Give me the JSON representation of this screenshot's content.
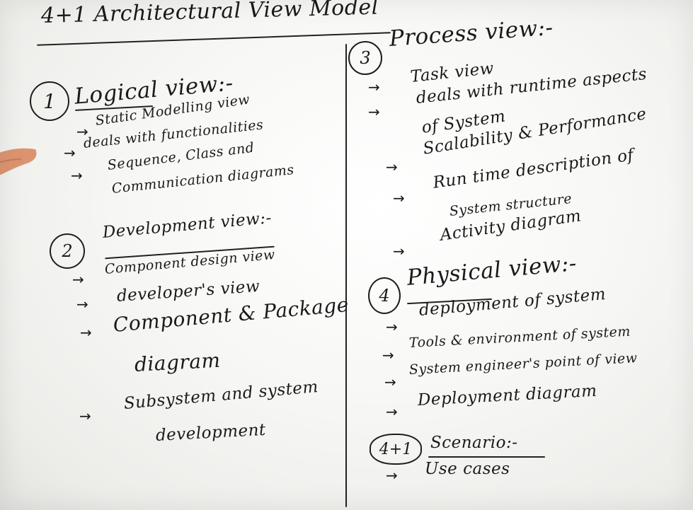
{
  "title": "4+1 Architectural View Model",
  "logical": {
    "number": "1",
    "heading": "Logical view:-",
    "items": [
      "Static Modelling view",
      "deals with functionalities",
      "Sequence, Class and",
      "Communication diagrams"
    ]
  },
  "development": {
    "number": "2",
    "heading": "Development view:-",
    "items": [
      "Component design view",
      "developer's view",
      "Component & Package",
      "diagram",
      "Subsystem and system",
      "development"
    ]
  },
  "process": {
    "number": "3",
    "heading": "Process view:-",
    "items": [
      "Task view",
      "deals with runtime aspects",
      "of System",
      "Scalability & Performance",
      "Run time description of",
      "System structure",
      "Activity diagram"
    ]
  },
  "physical": {
    "number": "4",
    "heading": "Physical view:-",
    "items": [
      "deployment of system",
      "Tools & environment of system",
      "System engineer's point of view",
      "Deployment diagram"
    ]
  },
  "scenario": {
    "number": "4+1",
    "heading": "Scenario:-",
    "items": [
      "Use cases"
    ]
  },
  "colors": {
    "ink": "#1a1a1a",
    "board": "#f7f7f5",
    "skin": "#d98a62"
  }
}
